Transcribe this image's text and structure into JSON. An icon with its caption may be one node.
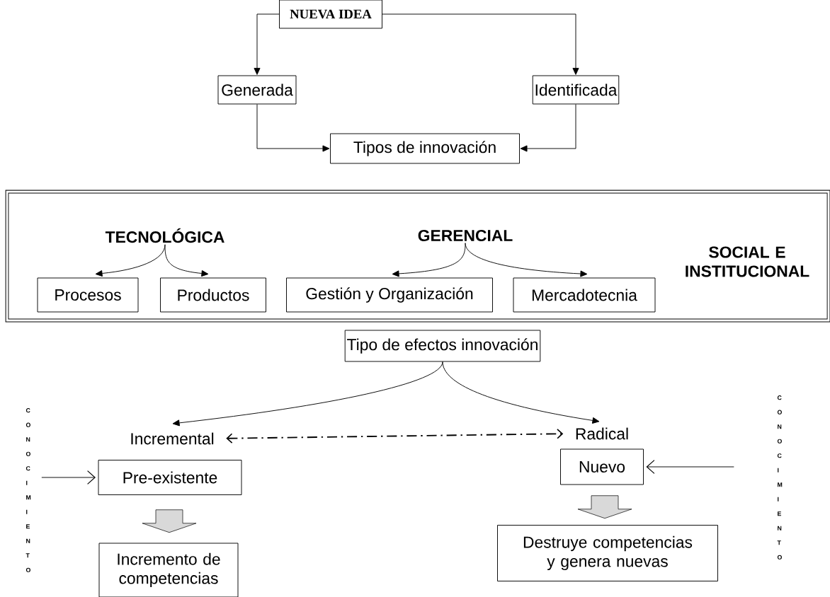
{
  "diagram": {
    "nodes": [
      {
        "text": [
          "NUEVA IDEA"
        ]
      },
      {
        "text": [
          "Generada"
        ]
      },
      {
        "text": [
          "Identificada"
        ]
      },
      {
        "text": [
          "Tipos de innovación"
        ]
      },
      {
        "text": [],
        "shape": "box"
      },
      {
        "text": [
          "TECNOLÓGICA"
        ],
        "in": 4
      },
      {
        "text": [
          "Procesos"
        ],
        "in": 4
      },
      {
        "text": [
          "Productos"
        ],
        "in": 4
      },
      {
        "text": [
          "GERENCIAL"
        ],
        "in": 4
      },
      {
        "text": [
          "Gestión y Organización"
        ],
        "in": 4
      },
      {
        "text": [
          "Mercadotecnia"
        ],
        "in": 4
      },
      {
        "text": [
          "SOCIAL E INSTITUCIONAL"
        ],
        "in": 4
      },
      {
        "text": [
          "Tipo de efectos innovación"
        ]
      },
      {
        "text": [
          "Incremental"
        ]
      },
      {
        "text": [
          "Radical"
        ]
      },
      {
        "text": [
          "Pre-existente"
        ]
      },
      {
        "text": [
          "Nuevo"
        ]
      },
      {
        "text": [
          "Incremento de competencias"
        ]
      },
      {
        "text": [
          "Destruye competencias y genera nuevas"
        ]
      },
      {
        "text": [
          "C O N O C I M I E N T O"
        ]
      },
      {
        "text": [
          "C O N O C I M I E N T O"
        ]
      }
    ],
    "edges": [
      {
        "from": 0,
        "to": 1,
        "arrow": "to"
      },
      {
        "from": 0,
        "to": 2,
        "arrow": "to"
      },
      {
        "from": 1,
        "to": 3,
        "arrow": "to"
      },
      {
        "from": 2,
        "to": 3,
        "arrow": "to"
      },
      {
        "from": 5,
        "to": 6,
        "arrow": "to"
      },
      {
        "from": 5,
        "to": 7,
        "arrow": "to"
      },
      {
        "from": 8,
        "to": 9,
        "arrow": "to"
      },
      {
        "from": 8,
        "to": 10,
        "arrow": "to"
      },
      {
        "from": 12,
        "to": 13,
        "arrow": "to"
      },
      {
        "from": 12,
        "to": 14,
        "arrow": "to"
      },
      {
        "from": 13,
        "to": 14,
        "arrow": "both",
        "style": "dashed"
      },
      {
        "from": 19,
        "to": 15,
        "arrow": "to"
      },
      {
        "from": 20,
        "to": 16,
        "arrow": "to"
      },
      {
        "from": 15,
        "to": 17,
        "arrow": "to",
        "style": "thick"
      },
      {
        "from": 16,
        "to": 18,
        "arrow": "to",
        "style": "thick"
      }
    ]
  }
}
